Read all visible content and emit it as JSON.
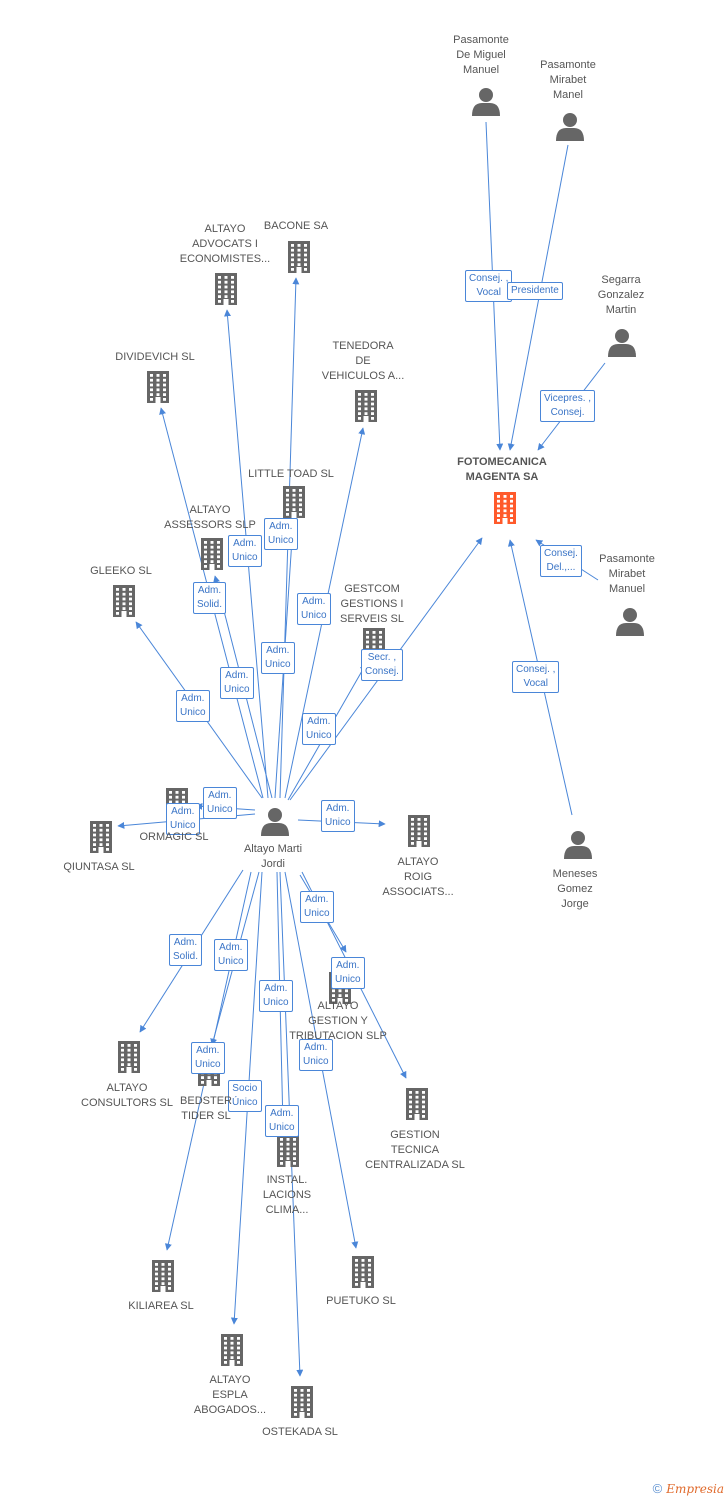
{
  "colors": {
    "edge": "#4a86d8",
    "node": "#666666",
    "focus": "#ff5a2b"
  },
  "nodes": [
    {
      "id": "fotomecanica",
      "type": "company",
      "focus": true,
      "label": "FOTOMECANICA\nMAGENTA SA"
    },
    {
      "id": "pasamonte_dm",
      "type": "person",
      "label": "Pasamonte\nDe Miguel\nManuel"
    },
    {
      "id": "pasamonte_mm1",
      "type": "person",
      "label": "Pasamonte\nMirabet\nManel"
    },
    {
      "id": "segarra",
      "type": "person",
      "label": "Segarra\nGonzalez\nMartin"
    },
    {
      "id": "pasamonte_mm2",
      "type": "person",
      "label": "Pasamonte\nMirabet\nManuel"
    },
    {
      "id": "meneses",
      "type": "person",
      "label": "Meneses\nGomez\nJorge"
    },
    {
      "id": "altayo_jordi",
      "type": "person",
      "label": "Altayo Marti\nJordi"
    },
    {
      "id": "advocats",
      "type": "company",
      "label": "ALTAYO\nADVOCATS I\nECONOMISTES..."
    },
    {
      "id": "bacone",
      "type": "company",
      "label": "BACONE SA"
    },
    {
      "id": "dividevich",
      "type": "company",
      "label": "DIVIDEVICH SL"
    },
    {
      "id": "tenedora",
      "type": "company",
      "label": "TENEDORA\nDE\nVEHICULOS A..."
    },
    {
      "id": "littletoad",
      "type": "company",
      "label": "LITTLE TOAD SL"
    },
    {
      "id": "assessors",
      "type": "company",
      "label": "ALTAYO\nASSESSORS SLP"
    },
    {
      "id": "gleeko",
      "type": "company",
      "label": "GLEEKO SL"
    },
    {
      "id": "gestcom",
      "type": "company",
      "label": "GESTCOM\nGESTIONS I\nSERVEIS SL"
    },
    {
      "id": "ormagic",
      "type": "company",
      "label": "ORMAGIC SL"
    },
    {
      "id": "qiuntasa",
      "type": "company",
      "label": "QIUNTASA SL"
    },
    {
      "id": "roig",
      "type": "company",
      "label": "ALTAYO\nROIG\nASSOCIATS..."
    },
    {
      "id": "tributacion",
      "type": "company",
      "label": "ALTAYO\nGESTION Y\nTRIBUTACION SLP"
    },
    {
      "id": "consultors",
      "type": "company",
      "label": "ALTAYO\nCONSULTORS SL"
    },
    {
      "id": "bedster",
      "type": "company",
      "label": "BEDSTER\nTIDER SL"
    },
    {
      "id": "gestion_tecnica",
      "type": "company",
      "label": "GESTION\nTECNICA\nCENTRALIZADA SL"
    },
    {
      "id": "instal",
      "type": "company",
      "label": "INSTAL.\nLACIONS\nCLIMA..."
    },
    {
      "id": "kiliarea",
      "type": "company",
      "label": "KILIAREA SL"
    },
    {
      "id": "puetuko",
      "type": "company",
      "label": "PUETUKO SL"
    },
    {
      "id": "espla",
      "type": "company",
      "label": "ALTAYO\nESPLA\nABOGADOS..."
    },
    {
      "id": "ostekada",
      "type": "company",
      "label": "OSTEKADA SL"
    }
  ],
  "edges": [
    {
      "from": "pasamonte_dm",
      "to": "fotomecanica",
      "label": "Consej. ,\nVocal"
    },
    {
      "from": "pasamonte_mm1",
      "to": "fotomecanica",
      "label": "Presidente"
    },
    {
      "from": "segarra",
      "to": "fotomecanica",
      "label": "Vicepres. ,\nConsej."
    },
    {
      "from": "pasamonte_mm2",
      "to": "fotomecanica",
      "label": "Consej.\nDel.,..."
    },
    {
      "from": "meneses",
      "to": "fotomecanica",
      "label": "Consej. ,\nVocal"
    },
    {
      "from": "altayo_jordi",
      "to": "fotomecanica",
      "label": "Secr. ,\nConsej."
    },
    {
      "from": "altayo_jordi",
      "to": "advocats",
      "label": "Adm.\nUnico"
    },
    {
      "from": "altayo_jordi",
      "to": "bacone",
      "label": "Adm.\nUnico"
    },
    {
      "from": "altayo_jordi",
      "to": "dividevich",
      "label": "Adm.\nSolid."
    },
    {
      "from": "altayo_jordi",
      "to": "tenedora",
      "label": "Adm.\nUnico"
    },
    {
      "from": "altayo_jordi",
      "to": "littletoad",
      "label": "Adm.\nUnico"
    },
    {
      "from": "altayo_jordi",
      "to": "assessors",
      "label": "Adm.\nUnico"
    },
    {
      "from": "altayo_jordi",
      "to": "gleeko",
      "label": "Adm.\nUnico"
    },
    {
      "from": "altayo_jordi",
      "to": "gestcom",
      "label": "Adm.\nUnico"
    },
    {
      "from": "altayo_jordi",
      "to": "ormagic",
      "label": "Adm.\nUnico"
    },
    {
      "from": "altayo_jordi",
      "to": "qiuntasa",
      "label": "Adm.\nUnico"
    },
    {
      "from": "altayo_jordi",
      "to": "roig",
      "label": "Adm.\nUnico"
    },
    {
      "from": "altayo_jordi",
      "to": "tributacion",
      "label": "Adm.\nUnico"
    },
    {
      "from": "altayo_jordi",
      "to": "consultors",
      "label": "Adm.\nSolid."
    },
    {
      "from": "altayo_jordi",
      "to": "bedster",
      "label": "Adm.\nUnico"
    },
    {
      "from": "altayo_jordi",
      "to": "gestion_tecnica",
      "label": "Adm.\nUnico"
    },
    {
      "from": "altayo_jordi",
      "to": "instal",
      "label": "Adm.\nUnico"
    },
    {
      "from": "altayo_jordi",
      "to": "kiliarea",
      "label": "Adm.\nUnico"
    },
    {
      "from": "altayo_jordi",
      "to": "puetuko",
      "label": "Adm.\nUnico"
    },
    {
      "from": "altayo_jordi",
      "to": "espla",
      "label": "Socio\nÚnico"
    },
    {
      "from": "altayo_jordi",
      "to": "ostekada",
      "label": "Adm.\nUnico"
    }
  ],
  "brand": {
    "copyright": "©",
    "name": "Empresia"
  }
}
